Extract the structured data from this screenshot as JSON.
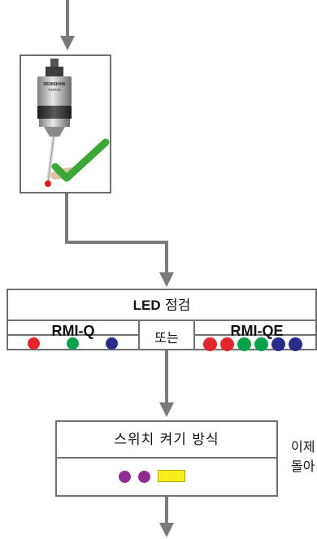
{
  "led_check": {
    "title_bold": "LED",
    "title_rest": " 점검",
    "column_left": "RMI-Q",
    "or_label": "또는",
    "column_right": "RMI-QE",
    "left_leds": [
      "#e3262b",
      "#0aa14b",
      "#2a2c8c"
    ],
    "right_leds": [
      "#e3262b",
      "#e3262b",
      "#0aa14b",
      "#0aa14b",
      "#2a2c8c",
      "#2a2c8c"
    ]
  },
  "switch_on": {
    "title": "스위치 켜기 방식",
    "led_colors": [
      "#8e2c8f",
      "#8e2c8f"
    ],
    "yellow_led": "#f5ee1a"
  },
  "side_note": {
    "line1": "이제",
    "line2": "돌아"
  },
  "probe": {
    "brand": "RENISHAW",
    "model": "RMP40"
  },
  "colors": {
    "connector": "#7a7a7a",
    "box_border": "#707070",
    "check_green": "#3aa838"
  }
}
